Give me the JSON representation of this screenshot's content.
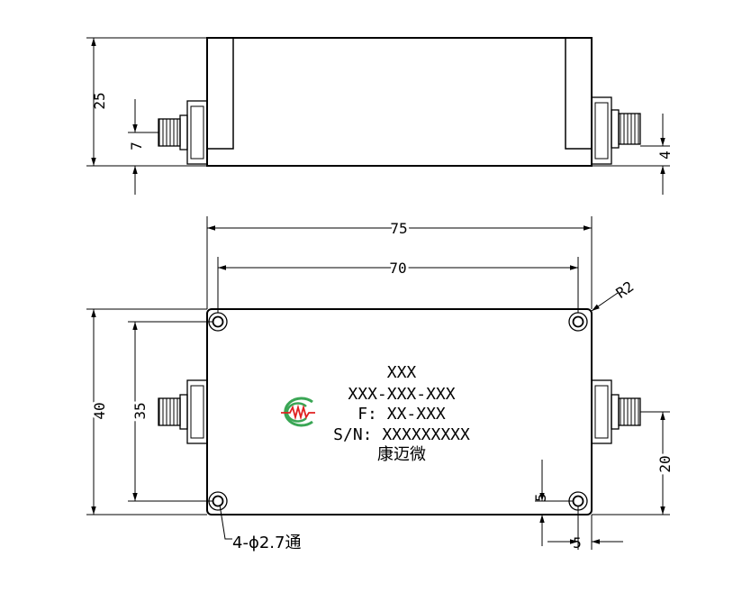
{
  "dimensions": {
    "top_height": "25",
    "top_connector_center": "7",
    "top_right_offset": "4",
    "overall_width": "75",
    "hole_spacing_x": "70",
    "corner_radius": "R2",
    "overall_height": "40",
    "hole_spacing_y": "35",
    "connector_offset": "20",
    "hole_offset_y": "5",
    "hole_offset_x": "5",
    "hole_note": "4-ϕ2.7通"
  },
  "label_block": {
    "line1": "XXX",
    "line2": "XXX-XXX-XXX",
    "line3": "F: XX-XXX",
    "line4": "S/N: XXXXXXXXX",
    "line5": "康迈微"
  },
  "colors": {
    "line": "#000000",
    "logo_green": "#3aa655",
    "logo_red": "#e02020"
  }
}
